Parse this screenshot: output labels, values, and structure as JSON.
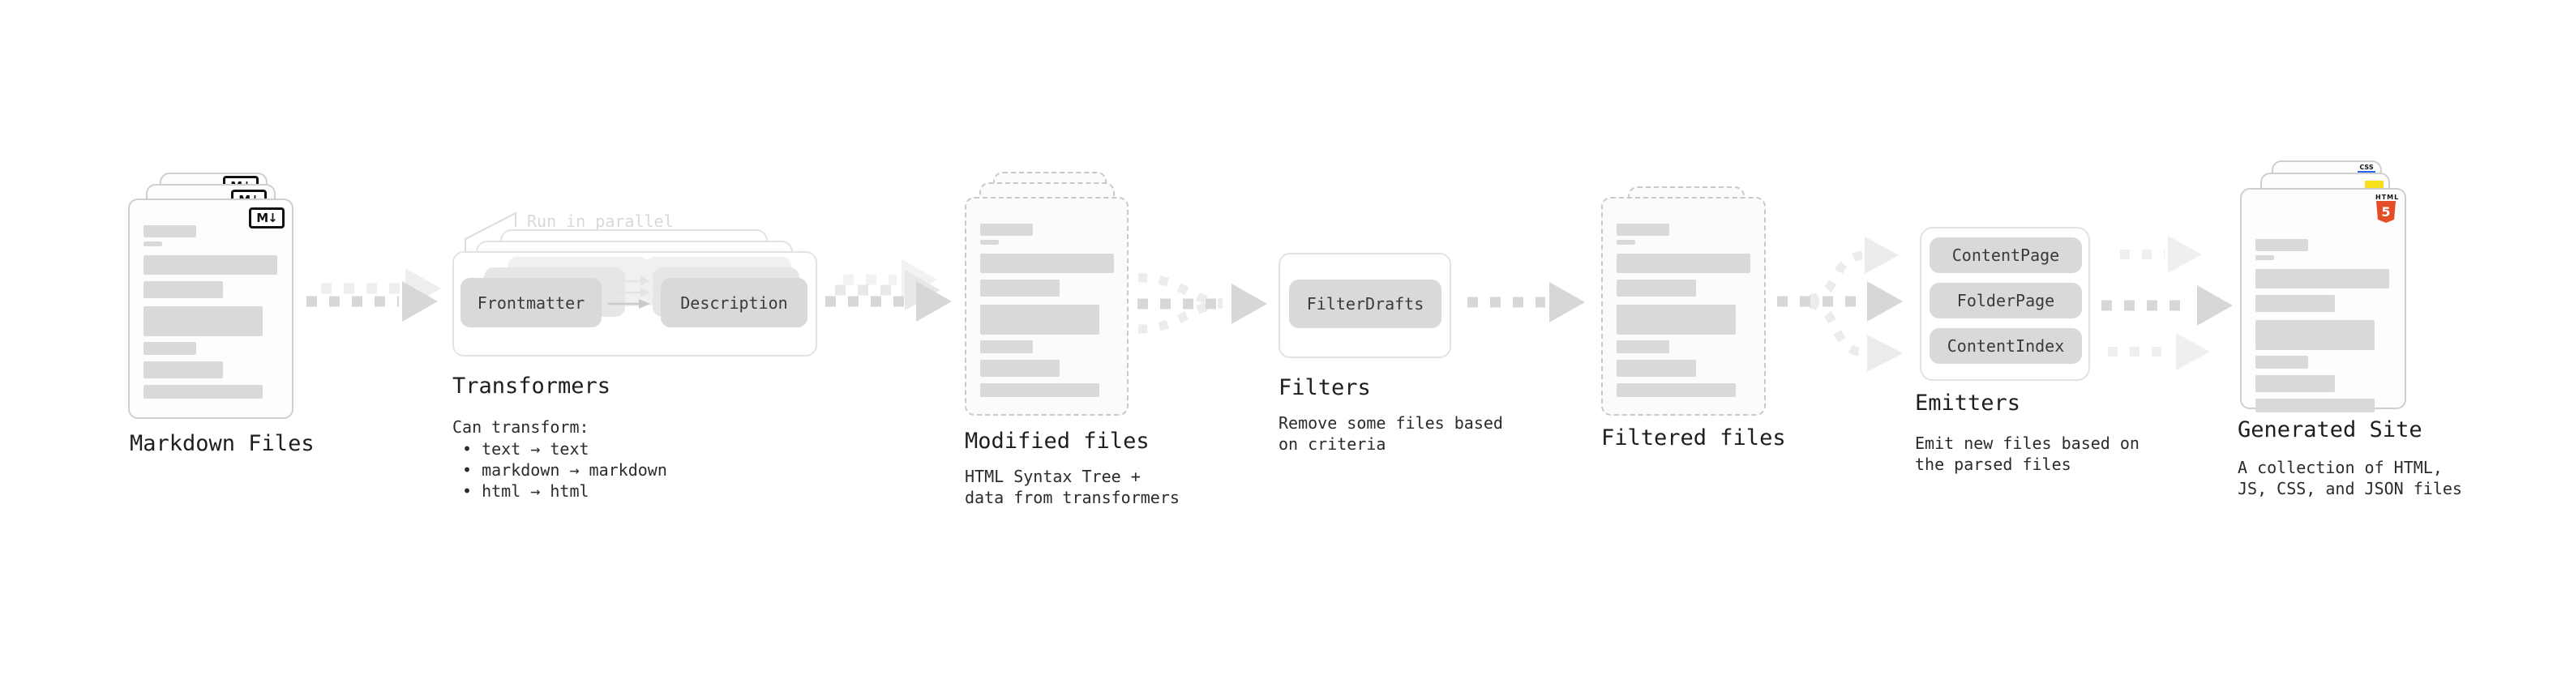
{
  "stages": {
    "markdown": {
      "title": "Markdown Files",
      "badge": "M↓"
    },
    "transformers": {
      "note": "Run in parallel",
      "pill_left": "Frontmatter",
      "pill_right": "Description",
      "title": "Transformers",
      "subtitle": "Can transform:",
      "bullets": [
        "text → text",
        "markdown → markdown",
        "html → html"
      ]
    },
    "modified": {
      "title": "Modified files",
      "subtitle": "HTML Syntax Tree +\ndata from transformers"
    },
    "filters": {
      "pill": "FilterDrafts",
      "title": "Filters",
      "subtitle": "Remove some files based\non criteria"
    },
    "filtered": {
      "title": "Filtered files"
    },
    "emitters": {
      "pills": [
        "ContentPage",
        "FolderPage",
        "ContentIndex"
      ],
      "title": "Emitters",
      "subtitle": "Emit new files based on\nthe parsed files"
    },
    "generated": {
      "title": "Generated Site",
      "subtitle": "A collection of HTML,\nJS, CSS, and JSON files",
      "badge_css": "CSS",
      "badge_html": "HTML",
      "badge_html_number": "5"
    }
  },
  "colors": {
    "html_orange": "#e44d26",
    "js_yellow": "#f7df1e",
    "css_blue": "#2965f1",
    "arrow_gray": "#d7d7d7",
    "ghost_gray": "#ededed"
  }
}
